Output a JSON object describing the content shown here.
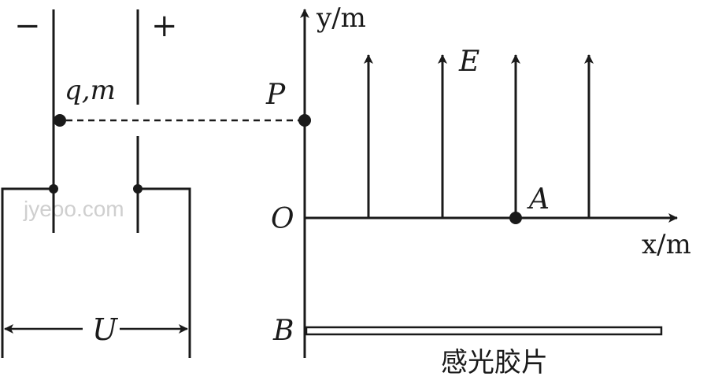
{
  "plates": {
    "negative_sign": "−",
    "positive_sign": "+"
  },
  "particle": {
    "label": "q,m"
  },
  "voltage": {
    "label": "U"
  },
  "axes": {
    "y_label": "y/m",
    "x_label": "x/m",
    "origin_label": "O"
  },
  "points": {
    "P": "P",
    "A": "A",
    "B": "B"
  },
  "field": {
    "label": "E"
  },
  "film": {
    "label": "感光胶片"
  },
  "watermark": {
    "text": "jyeoo.com"
  },
  "colors": {
    "ink": "#1a1a1a",
    "watermark": "#cfcfcf"
  }
}
